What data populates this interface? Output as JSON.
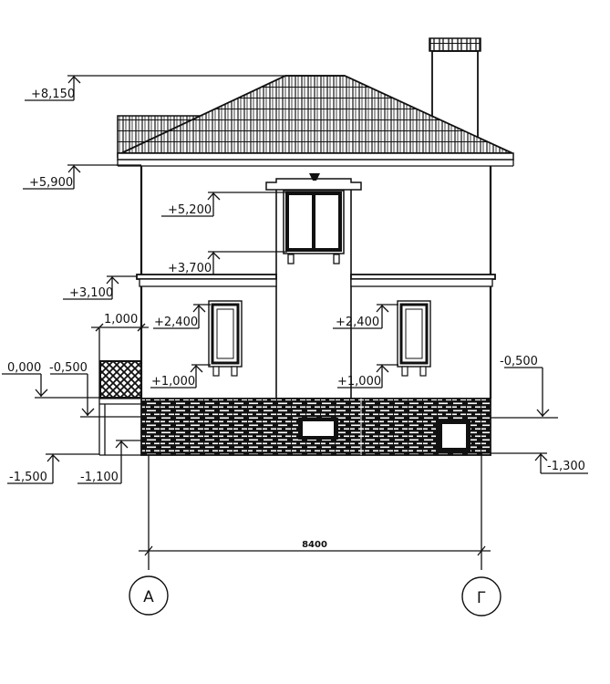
{
  "drawing": {
    "type": "building-facade-elevation",
    "elevation_marks": {
      "ridge": "+8,150",
      "eaves": "+5,900",
      "upper_window_top": "+5,200",
      "upper_window_bottom": "+3,700",
      "floor_cornice": "+3,100",
      "left_window_top": "+2,400",
      "left_window_bottom": "+1,000",
      "right_window_top": "+2,400",
      "right_window_bottom": "+1,000",
      "zero_level": "0,000",
      "porch_level_left": "-0,500",
      "ground_right": "-0,500",
      "porch_bottom": "-1,100",
      "ground_left": "-1,500",
      "plinth_bottom_right": "-1,300"
    },
    "dimensions": {
      "porch_width": "1,000",
      "axis_span": "8400"
    },
    "axes": {
      "left": "А",
      "right": "Г"
    },
    "colors": {
      "line": "#111111",
      "background": "#ffffff"
    }
  }
}
